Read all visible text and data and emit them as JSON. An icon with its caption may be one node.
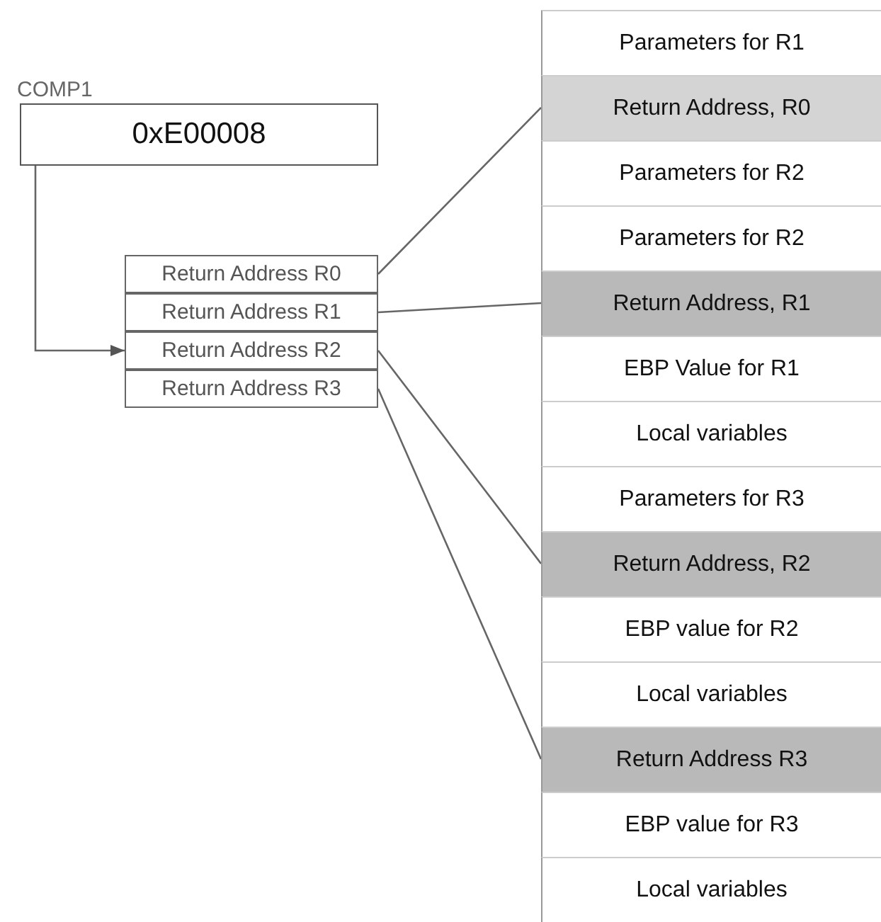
{
  "diagram": {
    "nodes": [
      {
        "text": [
          "COMP1",
          "0xE00008"
        ]
      },
      {
        "text": [
          "Return Address R0"
        ]
      },
      {
        "text": [
          "Return Address R1"
        ]
      },
      {
        "text": [
          "Return Address R2"
        ]
      },
      {
        "text": [
          "Return Address R3"
        ]
      },
      {
        "text": [
          "Parameters for R1"
        ]
      },
      {
        "text": [
          "Return Address, R0"
        ]
      },
      {
        "text": [
          "Parameters for R2"
        ]
      },
      {
        "text": [
          "Parameters for R2"
        ]
      },
      {
        "text": [
          "Return Address, R1"
        ]
      },
      {
        "text": [
          "EBP Value for R1"
        ]
      },
      {
        "text": [
          "Local variables"
        ]
      },
      {
        "text": [
          "Parameters for R3"
        ]
      },
      {
        "text": [
          "Return Address, R2"
        ]
      },
      {
        "text": [
          "EBP value for R2"
        ]
      },
      {
        "text": [
          "Local variables"
        ]
      },
      {
        "text": [
          "Return Address R3"
        ]
      },
      {
        "text": [
          "EBP value for R3"
        ]
      },
      {
        "text": [
          "Local variables"
        ]
      }
    ],
    "edges": [
      {
        "from": 0,
        "to": 3,
        "arrow": "to"
      },
      {
        "from": 1,
        "to": 6,
        "arrow": "none"
      },
      {
        "from": 2,
        "to": 9,
        "arrow": "none"
      },
      {
        "from": 3,
        "to": 13,
        "arrow": "none"
      },
      {
        "from": 4,
        "to": 16,
        "arrow": "none"
      }
    ]
  }
}
